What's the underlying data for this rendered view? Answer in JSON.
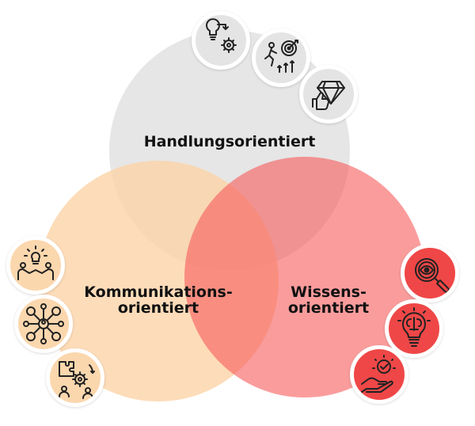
{
  "diagram": {
    "type": "venn",
    "circles": [
      {
        "id": "top",
        "label_lines": [
          "Handlungsorientiert"
        ],
        "color": "#e2e2e2",
        "icons": [
          "lightbulb-gear-icon",
          "runner-target-icon",
          "diamond-thumbs-up-icon"
        ]
      },
      {
        "id": "left",
        "label_lines": [
          "Kommunikations-",
          "orientiert"
        ],
        "color": "#fcd3a8",
        "icons": [
          "idea-handshake-icon",
          "network-people-icon",
          "puzzle-gears-team-icon"
        ]
      },
      {
        "id": "right",
        "label_lines": [
          "Wissens-",
          "orientiert"
        ],
        "color": "#f65a5a",
        "icons": [
          "magnifier-eye-icon",
          "brain-lightbulb-icon",
          "hand-checkmark-icon"
        ]
      }
    ]
  }
}
